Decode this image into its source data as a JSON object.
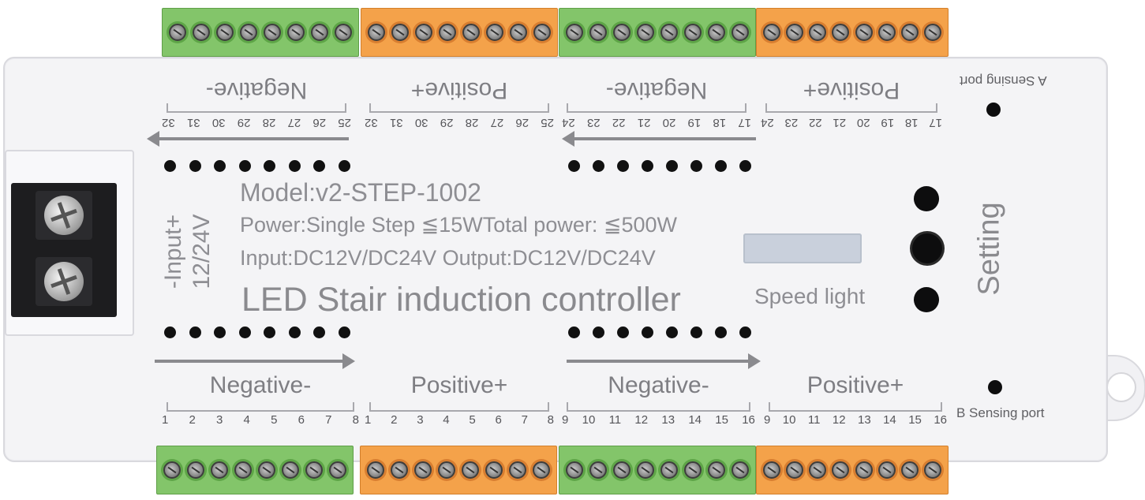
{
  "device": {
    "model": "Model:v2-STEP-1002",
    "power": "Power:Single Step ≦15WTotal power: ≦500W",
    "io": "Input:DC12V/DC24V Output:DC12V/DC24V",
    "title": "LED Stair induction controller",
    "input_label": "-Input+",
    "input_voltage": "12/24V",
    "speed_label": "Speed light",
    "setting_label": "Setting",
    "sensing_a": "A Sensing port",
    "sensing_b": "B Sensing port"
  },
  "top_groups": [
    {
      "label": "Negative-",
      "numbers": [
        "25",
        "26",
        "27",
        "28",
        "29",
        "30",
        "31",
        "32"
      ],
      "color": "#83c56a"
    },
    {
      "label": "Positive+",
      "numbers": [
        "25",
        "26",
        "27",
        "28",
        "29",
        "30",
        "31",
        "32"
      ],
      "color": "#f4a24a"
    },
    {
      "label": "Negative-",
      "numbers": [
        "17",
        "18",
        "19",
        "20",
        "21",
        "22",
        "23",
        "24"
      ],
      "color": "#83c56a"
    },
    {
      "label": "Positive+",
      "numbers": [
        "17",
        "18",
        "19",
        "20",
        "21",
        "22",
        "23",
        "24"
      ],
      "color": "#f4a24a"
    }
  ],
  "bottom_groups": [
    {
      "label": "Negative-",
      "numbers": [
        "1",
        "2",
        "3",
        "4",
        "5",
        "6",
        "7",
        "8"
      ],
      "color": "#83c56a"
    },
    {
      "label": "Positive+",
      "numbers": [
        "1",
        "2",
        "3",
        "4",
        "5",
        "6",
        "7",
        "8"
      ],
      "color": "#f4a24a"
    },
    {
      "label": "Negative-",
      "numbers": [
        "9",
        "10",
        "11",
        "12",
        "13",
        "14",
        "15",
        "16"
      ],
      "color": "#83c56a"
    },
    {
      "label": "Positive+",
      "numbers": [
        "9",
        "10",
        "11",
        "12",
        "13",
        "14",
        "15",
        "16"
      ],
      "color": "#f4a24a"
    }
  ]
}
